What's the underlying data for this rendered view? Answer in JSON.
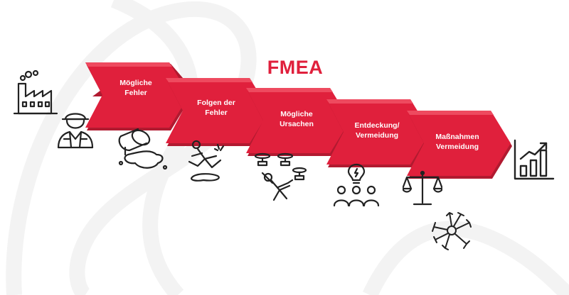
{
  "colors": {
    "accent": "#e0203c",
    "accent_dark": "#a91c30",
    "icon_stroke": "#222222",
    "background_deco": "#f2f2f2"
  },
  "title": "FMEA",
  "steps": [
    {
      "line1": "Mögliche",
      "line2": "Fehler",
      "icon": "spilled-barrel-icon"
    },
    {
      "line1": "Folgen der",
      "line2": "Fehler",
      "icon": "slipping-person-icon"
    },
    {
      "line1": "Mögliche",
      "line2": "Ursachen",
      "icon": "drone-person-icon"
    },
    {
      "line1": "Entdeckung/",
      "line2": "Vermeidung",
      "icon": "team-idea-icon"
    },
    {
      "line1": "Maßnahmen",
      "line2": "Vermeidung",
      "icon": "scales-and-hands-icon"
    }
  ],
  "left_icons": [
    "factory-icon",
    "worker-icon"
  ],
  "right_icon": "growth-chart-icon"
}
